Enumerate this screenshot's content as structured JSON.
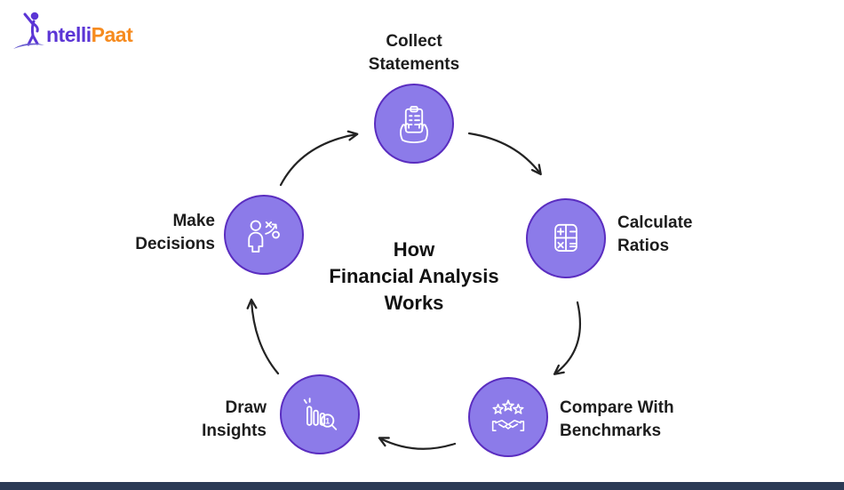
{
  "logo": {
    "full_name": "IntelliPaat",
    "text_part1": "ntelli",
    "text_part2": "Paat"
  },
  "title": {
    "lines": [
      "How",
      "Financial Analysis",
      "Works"
    ]
  },
  "steps": [
    {
      "name": "collect-statements",
      "lines": [
        "Collect",
        "Statements"
      ],
      "icon": "clipboard-in-hands-icon"
    },
    {
      "name": "calculate-ratios",
      "lines": [
        "Calculate",
        "Ratios"
      ],
      "icon": "calculator-icon"
    },
    {
      "name": "compare-with-benchmarks",
      "lines": [
        "Compare With",
        "Benchmarks"
      ],
      "icon": "stars-handshake-icon"
    },
    {
      "name": "draw-insights",
      "lines": [
        "Draw",
        "Insights"
      ],
      "icon": "bar-chart-magnifier-icon",
      "badge": "1"
    },
    {
      "name": "make-decisions",
      "lines": [
        "Make",
        "Decisions"
      ],
      "icon": "person-strategy-icon"
    }
  ],
  "flow_direction": "clockwise",
  "colors": {
    "background": "#ffffff",
    "circle_fill": "#8c7be9",
    "circle_border": "#5a2dc0",
    "icon_stroke": "#ffffff",
    "label_text": "#1d1d1d",
    "arrow": "#232323",
    "logo_purple": "#5b35d5",
    "logo_orange": "#f68b1f",
    "footer_bar": "#2b3a55"
  }
}
